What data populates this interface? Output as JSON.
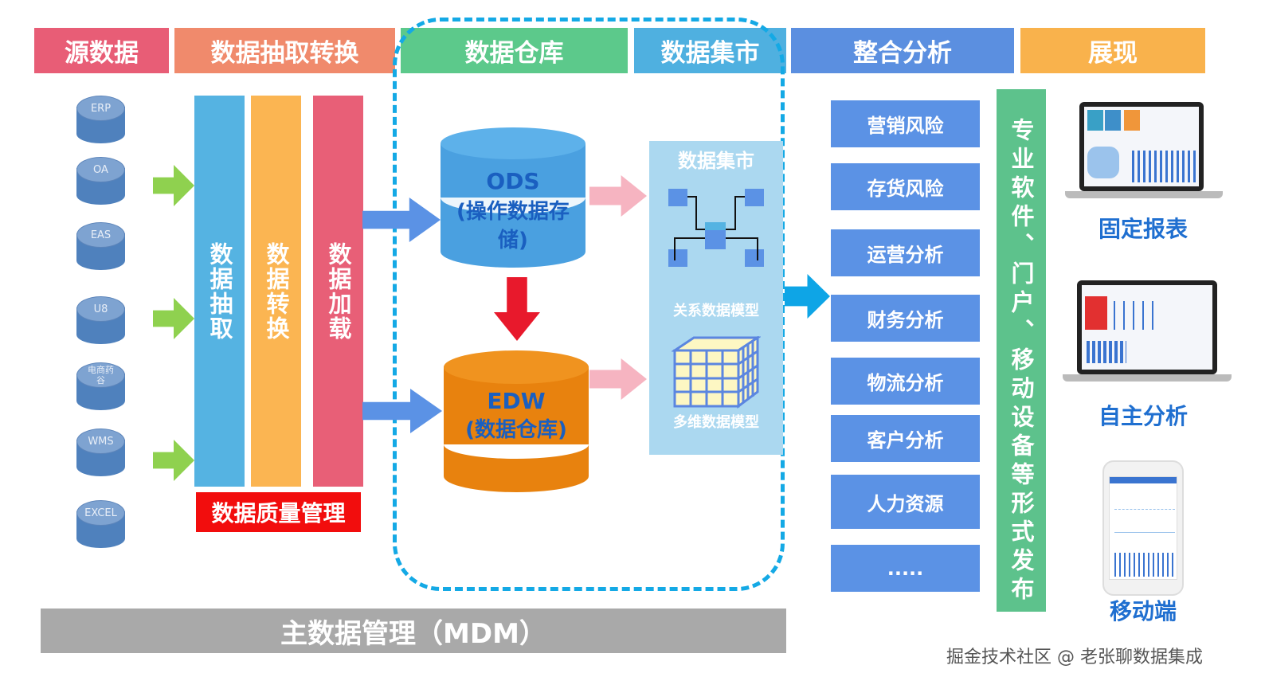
{
  "headers": [
    "源数据",
    "数据抽取转换",
    "数据仓库",
    "数据集市",
    "整合分析",
    "展现"
  ],
  "header_colors": [
    "#e85d76",
    "#f08a6c",
    "#5cc98b",
    "#4fb0e0",
    "#5b8fe0",
    "#f9b24c"
  ],
  "sources": [
    "ERP",
    "OA",
    "EAS",
    "U8",
    "电商药谷",
    "WMS",
    "EXCEL"
  ],
  "etl": {
    "extract": "数据抽取",
    "transform": "数据转换",
    "load": "数据加载",
    "quality": "数据质量管理"
  },
  "warehouse": {
    "ods_title": "ODS",
    "ods_sub": "(操作数据存储)",
    "edw_title": "EDW",
    "edw_sub": "(数据仓库)"
  },
  "mart": {
    "title": "数据集市",
    "relational": "关系数据模型",
    "multidim": "多维数据模型"
  },
  "analysis": [
    "营销风险",
    "存货风险",
    "运营分析",
    "财务分析",
    "物流分析",
    "客户分析",
    "人力资源",
    "....."
  ],
  "publish": "专业软件、门户、移动设备等形式发布",
  "presentation": [
    "固定报表",
    "自主分析",
    "移动端"
  ],
  "mdm": "主数据管理（MDM）",
  "watermark": "掘金技术社区 @ 老张聊数据集成"
}
